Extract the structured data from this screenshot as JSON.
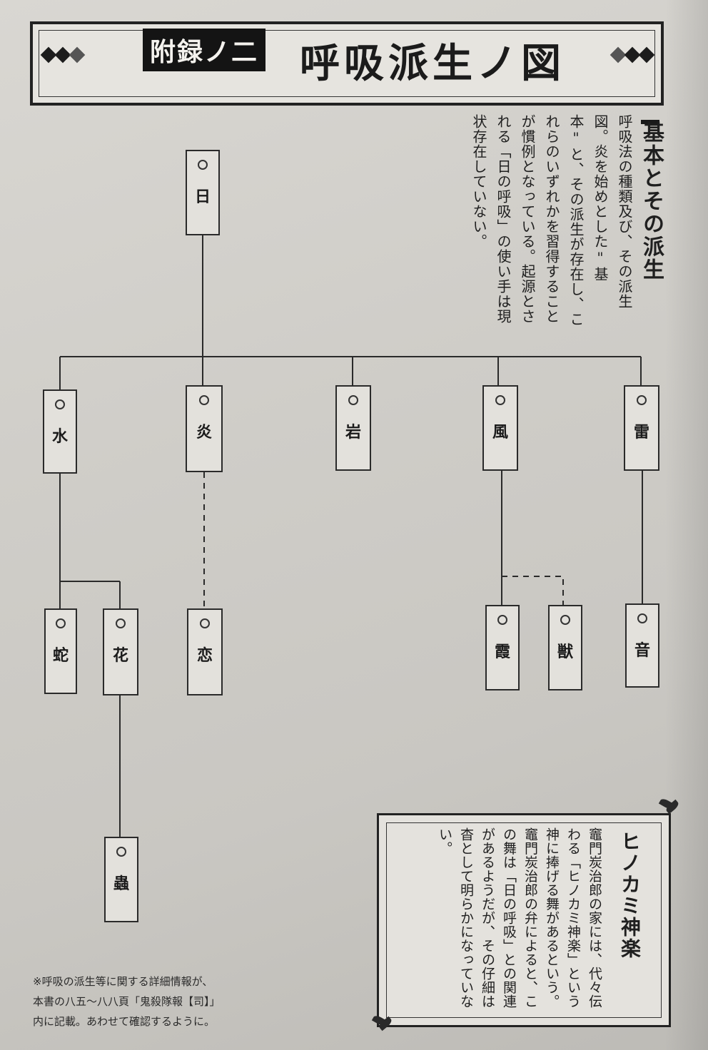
{
  "header": {
    "plate_label": "附録ノ二",
    "title": "呼吸派生ノ図"
  },
  "section": {
    "heading": "基本とその派生",
    "body": "呼吸法の種類及び、その派生図。炎を始めとした\"基本\"と、その派生が存在し、これらのいずれかを習得することが慣例となっている。起源とされる「日の呼吸」の使い手は現状存在していない。"
  },
  "nodes": {
    "hi": "日",
    "mizu": "水",
    "honoo": "炎",
    "iwa": "岩",
    "kaze": "風",
    "kaminari": "雷",
    "hebi": "蛇",
    "hana": "花",
    "koi": "恋",
    "kasumi": "霞",
    "kemono": "獣",
    "oto": "音",
    "mushi": "蟲"
  },
  "info_box": {
    "title": "ヒノカミ神楽",
    "body": "竈門炭治郎の家には、代々伝わる「ヒノカミ神楽」という神に捧げる舞があるという。竈門炭治郎の弁によると、この舞は「日の呼吸」との関連があるようだが、その仔細は杳として明らかになっていない。"
  },
  "footnote": {
    "lines": [
      "※呼吸の派生等に関する詳細情報が、",
      "本書の八五〜八八頁「鬼殺隊報【司】」",
      "内に記載。あわせて確認するように。"
    ]
  }
}
